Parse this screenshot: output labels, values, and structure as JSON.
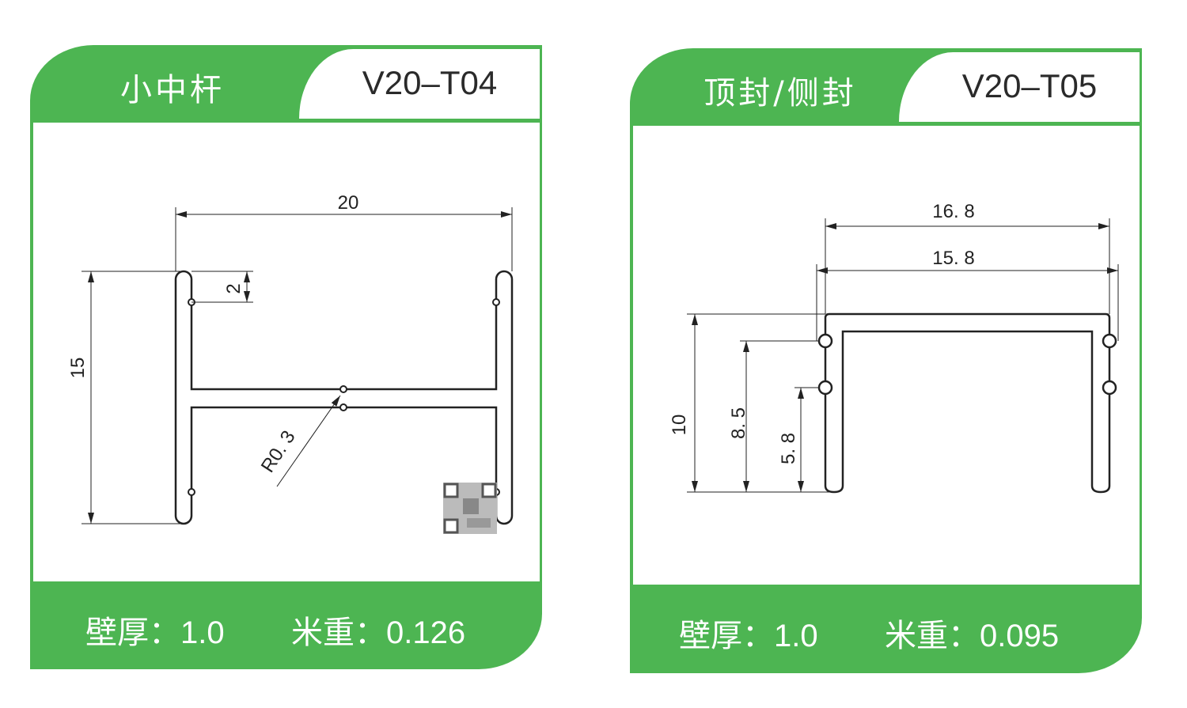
{
  "products": [
    {
      "name": "小中杆",
      "code": "V20–T04",
      "wall_thickness_label": "壁厚：",
      "wall_thickness": "1.0",
      "meter_weight_label": "米重：",
      "meter_weight": "0.126",
      "dimensions": {
        "width": "20",
        "height": "15",
        "notch": "2",
        "radius": "R0. 3"
      }
    },
    {
      "name": "顶封/侧封",
      "code": "V20–T05",
      "wall_thickness_label": "壁厚：",
      "wall_thickness": "1.0",
      "meter_weight_label": "米重：",
      "meter_weight": "0.095",
      "dimensions": {
        "outer_width": "16. 8",
        "inner_width": "15. 8",
        "height": "10",
        "mid_height": "8. 5",
        "low_height": "5. 8"
      }
    }
  ],
  "colors": {
    "brand_green": "#4db552",
    "line": "#222222"
  }
}
